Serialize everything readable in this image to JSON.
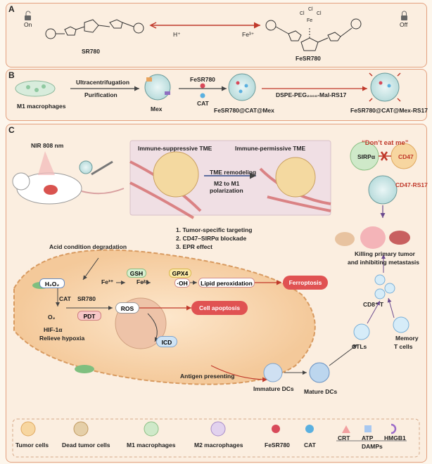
{
  "panelA": {
    "label": "A",
    "left_compound": "SR780",
    "right_compound": "FeSR780",
    "on_label": "On",
    "off_label": "Off",
    "arrow_left": "H⁺",
    "arrow_right": "Fe³⁺",
    "fe_atom": "Fe",
    "cl_atoms": [
      "Cl",
      "Cl",
      "Cl"
    ]
  },
  "panelB": {
    "label": "B",
    "source": "M1 macrophages",
    "step1_top": "Ultracentrifugation",
    "step1_bottom": "Purification",
    "mex": "Mex",
    "load_top": "FeSR780",
    "load_bottom": "CAT",
    "loaded": "FeSR780@CAT@Mex",
    "conj": "DSPE-PEG₂₀₀₀-Mal-RS17",
    "final": "FeSR780@CAT@Mex-RS17"
  },
  "panelC": {
    "label": "C",
    "nir": "NIR 808 nm",
    "tme_before": "Immune-suppressive TME",
    "tme_after": "Immune-permissive TME",
    "tme_remodel": "TME remodeling",
    "polar_1": "M2 to M1",
    "polar_2": "polarization",
    "dont_eat": "“Don’t eat me”",
    "sirpa": "SIRPα",
    "cd47": "CD47",
    "cd47_rs17": "CD47-RS17",
    "features": [
      "1. Tumor-specific targeting",
      "2. CD47–SIRPα blockade",
      "3. EPR effect"
    ],
    "acid": "Acid condition degradation",
    "killing_1": "Killing primary tumor",
    "killing_2": "and inhibiting metastasis",
    "h2o2": "H₂O₂",
    "cat": "CAT",
    "fe3": "Fe³⁺",
    "gsh": "GSH",
    "fe2": "Fe²⁺",
    "gpx4": "GPX4",
    "oh": "·OH",
    "lipid": "Lipid peroxidation",
    "ferroptosis": "Ferroptosis",
    "o2": "O₂",
    "sr780": "SR780",
    "pdt": "PDT",
    "ros": "ROS",
    "apoptosis": "Cell apoptosis",
    "hif": "HIF-1α",
    "hypoxia": "Relieve hypoxia",
    "icd": "ICD",
    "antigen": "Antigen presenting",
    "immature": "Immature DCs",
    "mature": "Mature DCs",
    "ctls": "CTLs",
    "cd8": "CD8⁺ T",
    "memory_1": "Memory",
    "memory_2": "T cells"
  },
  "legend": {
    "items": [
      "Tumor cells",
      "Dead tumor cells",
      "M1 macrophages",
      "M2 macrophages",
      "FeSR780",
      "CAT"
    ],
    "damps": [
      "CRT",
      "ATP",
      "HMGB1"
    ],
    "damps_label": "DAMPs"
  },
  "colors": {
    "panel_border": "#e3a07e",
    "panel_bg": "#fbeee0",
    "accent_red": "#c0392b",
    "cat_blue": "#5ab0e0",
    "fesr_red": "#d84a5a"
  }
}
